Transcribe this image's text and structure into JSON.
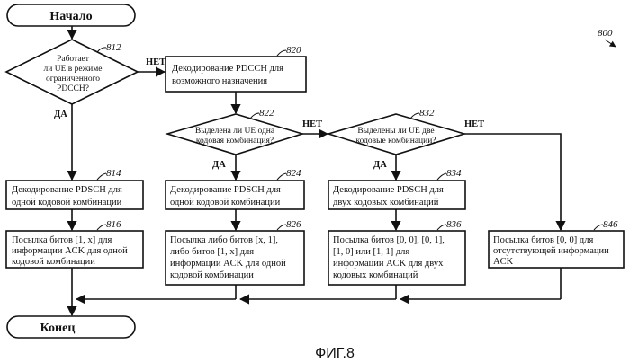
{
  "figure": {
    "ref_number": "800",
    "caption": "ФИГ.8"
  },
  "nodes": {
    "start": {
      "label": "Начало"
    },
    "end": {
      "label": "Конец"
    },
    "d812": {
      "ref": "812",
      "lines": [
        "Работает",
        "ли UE в режиме",
        "ограниченного",
        "PDCCH?"
      ]
    },
    "b820": {
      "ref": "820",
      "lines": [
        "Декодирование PDCCH для",
        "возможного назначения"
      ]
    },
    "d822": {
      "ref": "822",
      "lines": [
        "Выделена ли UE одна",
        "кодовая комбинация?"
      ]
    },
    "d832": {
      "ref": "832",
      "lines": [
        "Выделены ли UE две",
        "кодовые комбинации?"
      ]
    },
    "b814": {
      "ref": "814",
      "lines": [
        "Декодирование PDSCH для",
        "одной кодовой комбинации"
      ]
    },
    "b824": {
      "ref": "824",
      "lines": [
        "Декодирование PDSCH для",
        "одной кодовой комбинации"
      ]
    },
    "b834": {
      "ref": "834",
      "lines": [
        "Декодирование PDSCH для",
        "двух кодовых комбинаций"
      ]
    },
    "b816": {
      "ref": "816",
      "lines": [
        "Посылка битов [1, x] для",
        "информации ACK для одной",
        "кодовой комбинации"
      ]
    },
    "b826": {
      "ref": "826",
      "lines": [
        "Посылка либо битов [x, 1],",
        "либо битов [1, x] для",
        "информации ACK для одной",
        "кодовой комбинации"
      ]
    },
    "b836": {
      "ref": "836",
      "lines": [
        "Посылка битов [0, 0], [0, 1],",
        "[1, 0] или [1, 1] для",
        "информации ACK для двух",
        "кодовых комбинаций"
      ]
    },
    "b846": {
      "ref": "846",
      "lines": [
        "Посылка битов [0, 0] для",
        "отсутствующей информации",
        "ACK"
      ]
    }
  },
  "edge_labels": {
    "e812_yes": "ДА",
    "e812_no": "НЕТ",
    "e822_yes": "ДА",
    "e822_no": "НЕТ",
    "e832_yes": "ДА",
    "e832_no": "НЕТ"
  }
}
